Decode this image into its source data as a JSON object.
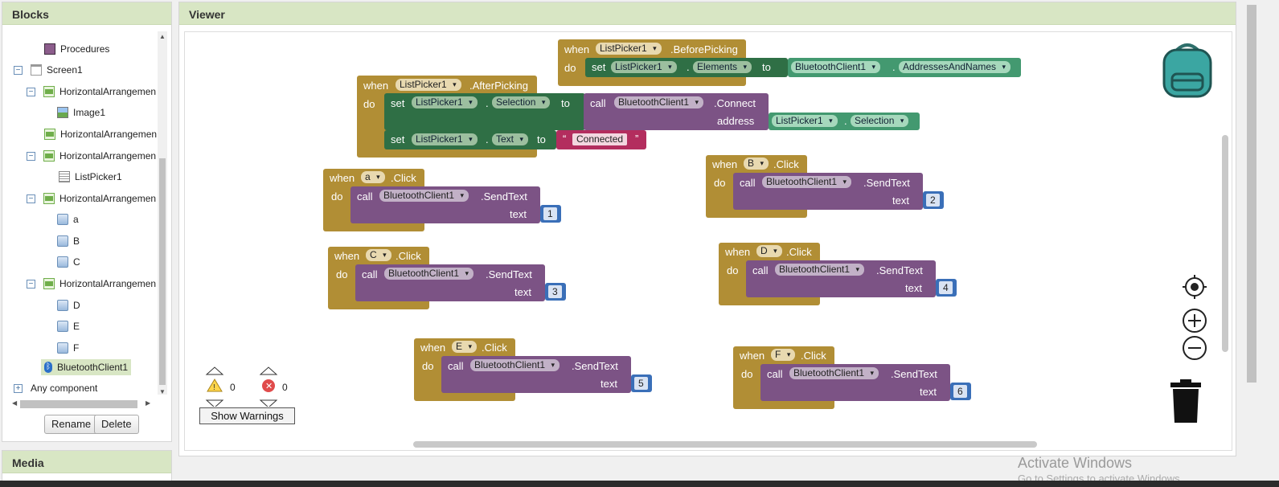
{
  "blocks_panel": {
    "title": "Blocks",
    "tree": {
      "procedures": "Procedures",
      "screen": "Screen1",
      "harr1": "HorizontalArrangemen",
      "image1": "Image1",
      "harr2": "HorizontalArrangemen",
      "harr3": "HorizontalArrangemen",
      "listpicker": "ListPicker1",
      "harr4": "HorizontalArrangemen",
      "btn_a": "a",
      "btn_b": "B",
      "btn_c": "C",
      "harr5": "HorizontalArrangemen",
      "btn_d": "D",
      "btn_e": "E",
      "btn_f": "F",
      "bt": "BluetoothClient1",
      "any": "Any component"
    },
    "rename_label": "Rename",
    "delete_label": "Delete"
  },
  "media_panel": {
    "title": "Media"
  },
  "viewer": {
    "title": "Viewer",
    "kw": {
      "when": "when",
      "do": "do",
      "set": "set",
      "to": "to",
      "call": "call",
      "address": "address",
      "text": "text",
      "dot": "."
    },
    "before_picking": {
      "component": "ListPicker1",
      "event": ".BeforePicking",
      "set_comp": "ListPicker1",
      "set_prop": "Elements",
      "bt_comp": "BluetoothClient1",
      "bt_prop": "AddressesAndNames"
    },
    "after_picking": {
      "component": "ListPicker1",
      "event": ".AfterPicking",
      "set_comp": "ListPicker1",
      "set_prop": "Selection",
      "call_comp": "BluetoothClient1",
      "call_method": ".Connect",
      "addr_comp": "ListPicker1",
      "addr_prop": "Selection",
      "set2_comp": "ListPicker1",
      "set2_prop": "Text",
      "string_value": "Connected",
      "quote_open": "“",
      "quote_close": "”"
    },
    "click_events": [
      {
        "button": "a",
        "event": ".Click",
        "comp": "BluetoothClient1",
        "method": ".SendText",
        "value": "1"
      },
      {
        "button": "B",
        "event": ".Click",
        "comp": "BluetoothClient1",
        "method": ".SendText",
        "value": "2"
      },
      {
        "button": "C",
        "event": ".Click",
        "comp": "BluetoothClient1",
        "method": ".SendText",
        "value": "3"
      },
      {
        "button": "D",
        "event": ".Click",
        "comp": "BluetoothClient1",
        "method": ".SendText",
        "value": "4"
      },
      {
        "button": "E",
        "event": ".Click",
        "comp": "BluetoothClient1",
        "method": ".SendText",
        "value": "5"
      },
      {
        "button": "F",
        "event": ".Click",
        "comp": "BluetoothClient1",
        "method": ".SendText",
        "value": "6"
      }
    ],
    "warnings_count": "0",
    "errors_count": "0",
    "show_warnings_label": "Show Warnings"
  },
  "watermark": {
    "title": "Activate Windows",
    "subtitle": "Go to Settings to activate Windows."
  },
  "icons": {
    "backpack": "backpack-icon",
    "recenter": "crosshair-icon",
    "zoom_in": "zoom-in-icon",
    "zoom_out": "zoom-out-icon",
    "trash": "trash-icon"
  },
  "colors": {
    "event_block": "#b18e35",
    "call_block": "#7c5385",
    "setter_block": "#2f6f45",
    "getter_block": "#439970",
    "text_block": "#b32d5e",
    "number_block": "#3a6fb8",
    "panel_header": "#d8e6c4"
  }
}
